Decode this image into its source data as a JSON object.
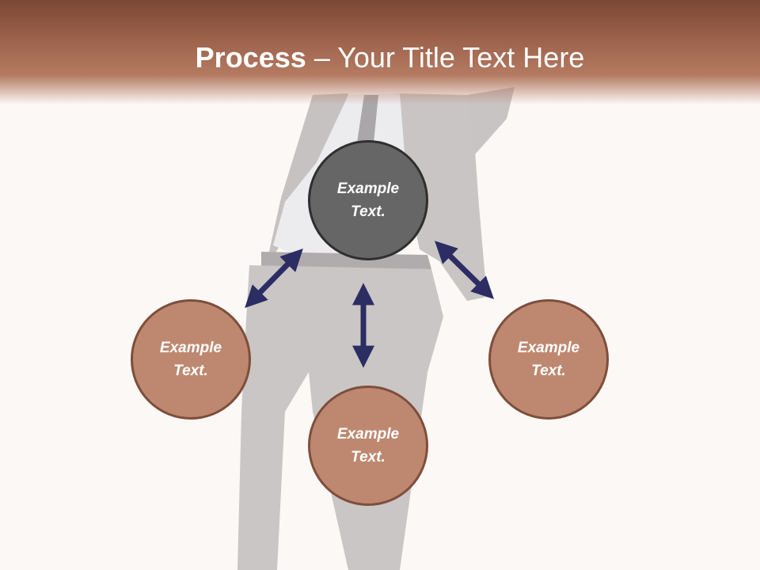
{
  "slide": {
    "title_bold": "Process",
    "title_rest": " – Your Title Text Here"
  },
  "colors": {
    "title_band": "#9a6049",
    "center_circle": "#666666",
    "outer_circle": "#be8870",
    "arrow": "#2b2d63"
  },
  "diagram": {
    "center": {
      "line1": "Example",
      "line2": "Text."
    },
    "left": {
      "line1": "Example",
      "line2": "Text."
    },
    "right": {
      "line1": "Example",
      "line2": "Text."
    },
    "bottom": {
      "line1": "Example",
      "line2": "Text."
    }
  },
  "background": {
    "image": "businessman-silhouette"
  }
}
